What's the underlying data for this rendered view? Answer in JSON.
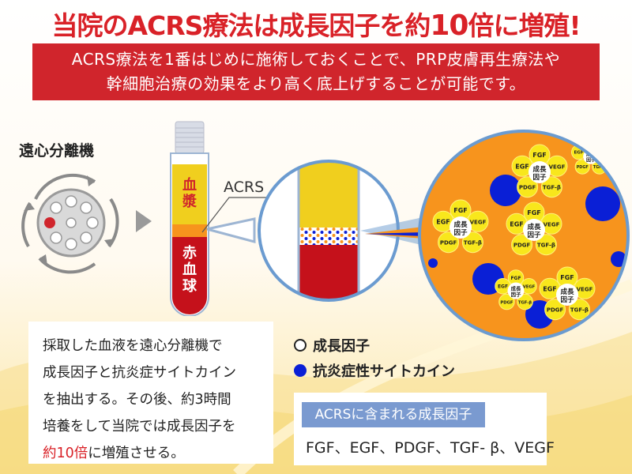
{
  "title": {
    "before": "当院のACRS療法は成長因子を約",
    "number": "10",
    "after": "倍に増殖!"
  },
  "banner": {
    "line1": "ACRS療法を1番はじめに施術しておくことで、PRP皮膚再生療法や",
    "line2": "幹細胞治療の効果をより高く底上げすることが可能です。"
  },
  "centrifuge_label": "遠心分離機",
  "tube": {
    "plasma_label": "血漿",
    "rbc_label": "赤血球"
  },
  "acrs_label": "ACRS",
  "description": {
    "lines": [
      "採取した血液を遠心分離機で",
      "成長因子と抗炎症サイトカイン",
      "を抽出する。その後、約3時間",
      "培養をして当院では成長因子を"
    ],
    "last_red": "約10倍",
    "last_rest": "に増殖させる。"
  },
  "legend": [
    {
      "label": "成長因子",
      "color": "#ffffff"
    },
    {
      "label": "抗炎症性サイトカイン",
      "color": "#0a1fd6"
    }
  ],
  "growth_factors_box": {
    "title": "ACRSに含まれる成長因子",
    "list": "FGF、EGF、PDGF、TGF- β、VEGF"
  },
  "cluster": {
    "center": [
      "成長",
      "因子"
    ],
    "labels": [
      "FGF",
      "EGF",
      "VEGF",
      "PDGF",
      "TGF-β"
    ]
  },
  "colors": {
    "red": "#d0252c",
    "plasma": "#f0cf1e",
    "orange": "#f7941d",
    "blue": "#0a1fd6",
    "frame": "#6b9bd0"
  }
}
